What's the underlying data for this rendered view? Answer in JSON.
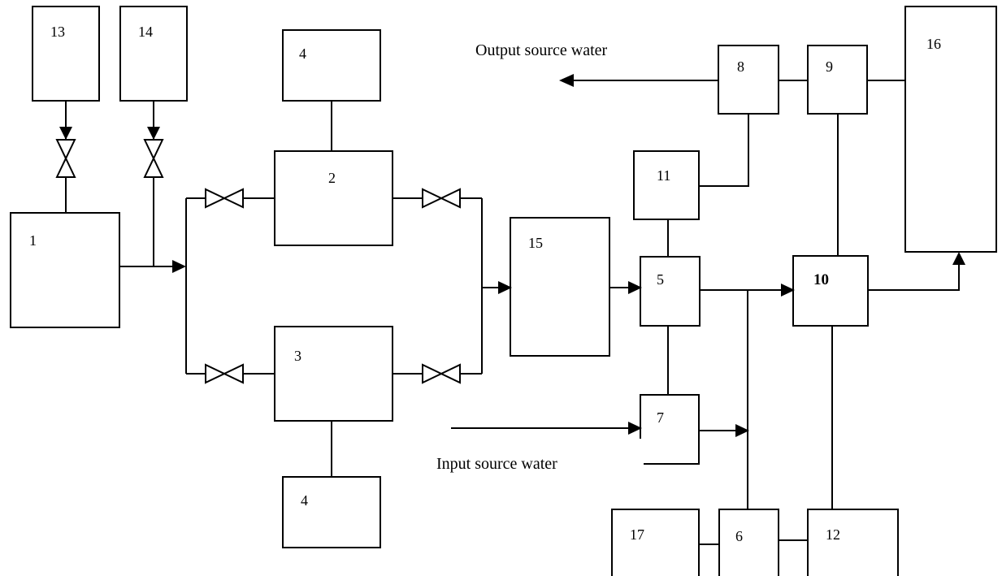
{
  "diagram": {
    "blocks": {
      "b1": "1",
      "b2": "2",
      "b3": "3",
      "b4_top": "4",
      "b4_bottom": "4",
      "b5": "5",
      "b6": "6",
      "b7": "7",
      "b8": "8",
      "b9": "9",
      "b10": "10",
      "b11": "11",
      "b12": "12",
      "b13": "13",
      "b14": "14",
      "b15": "15",
      "b16": "16",
      "b17": "17"
    },
    "captions": {
      "output": "Output source water",
      "input": "Input source water"
    }
  }
}
